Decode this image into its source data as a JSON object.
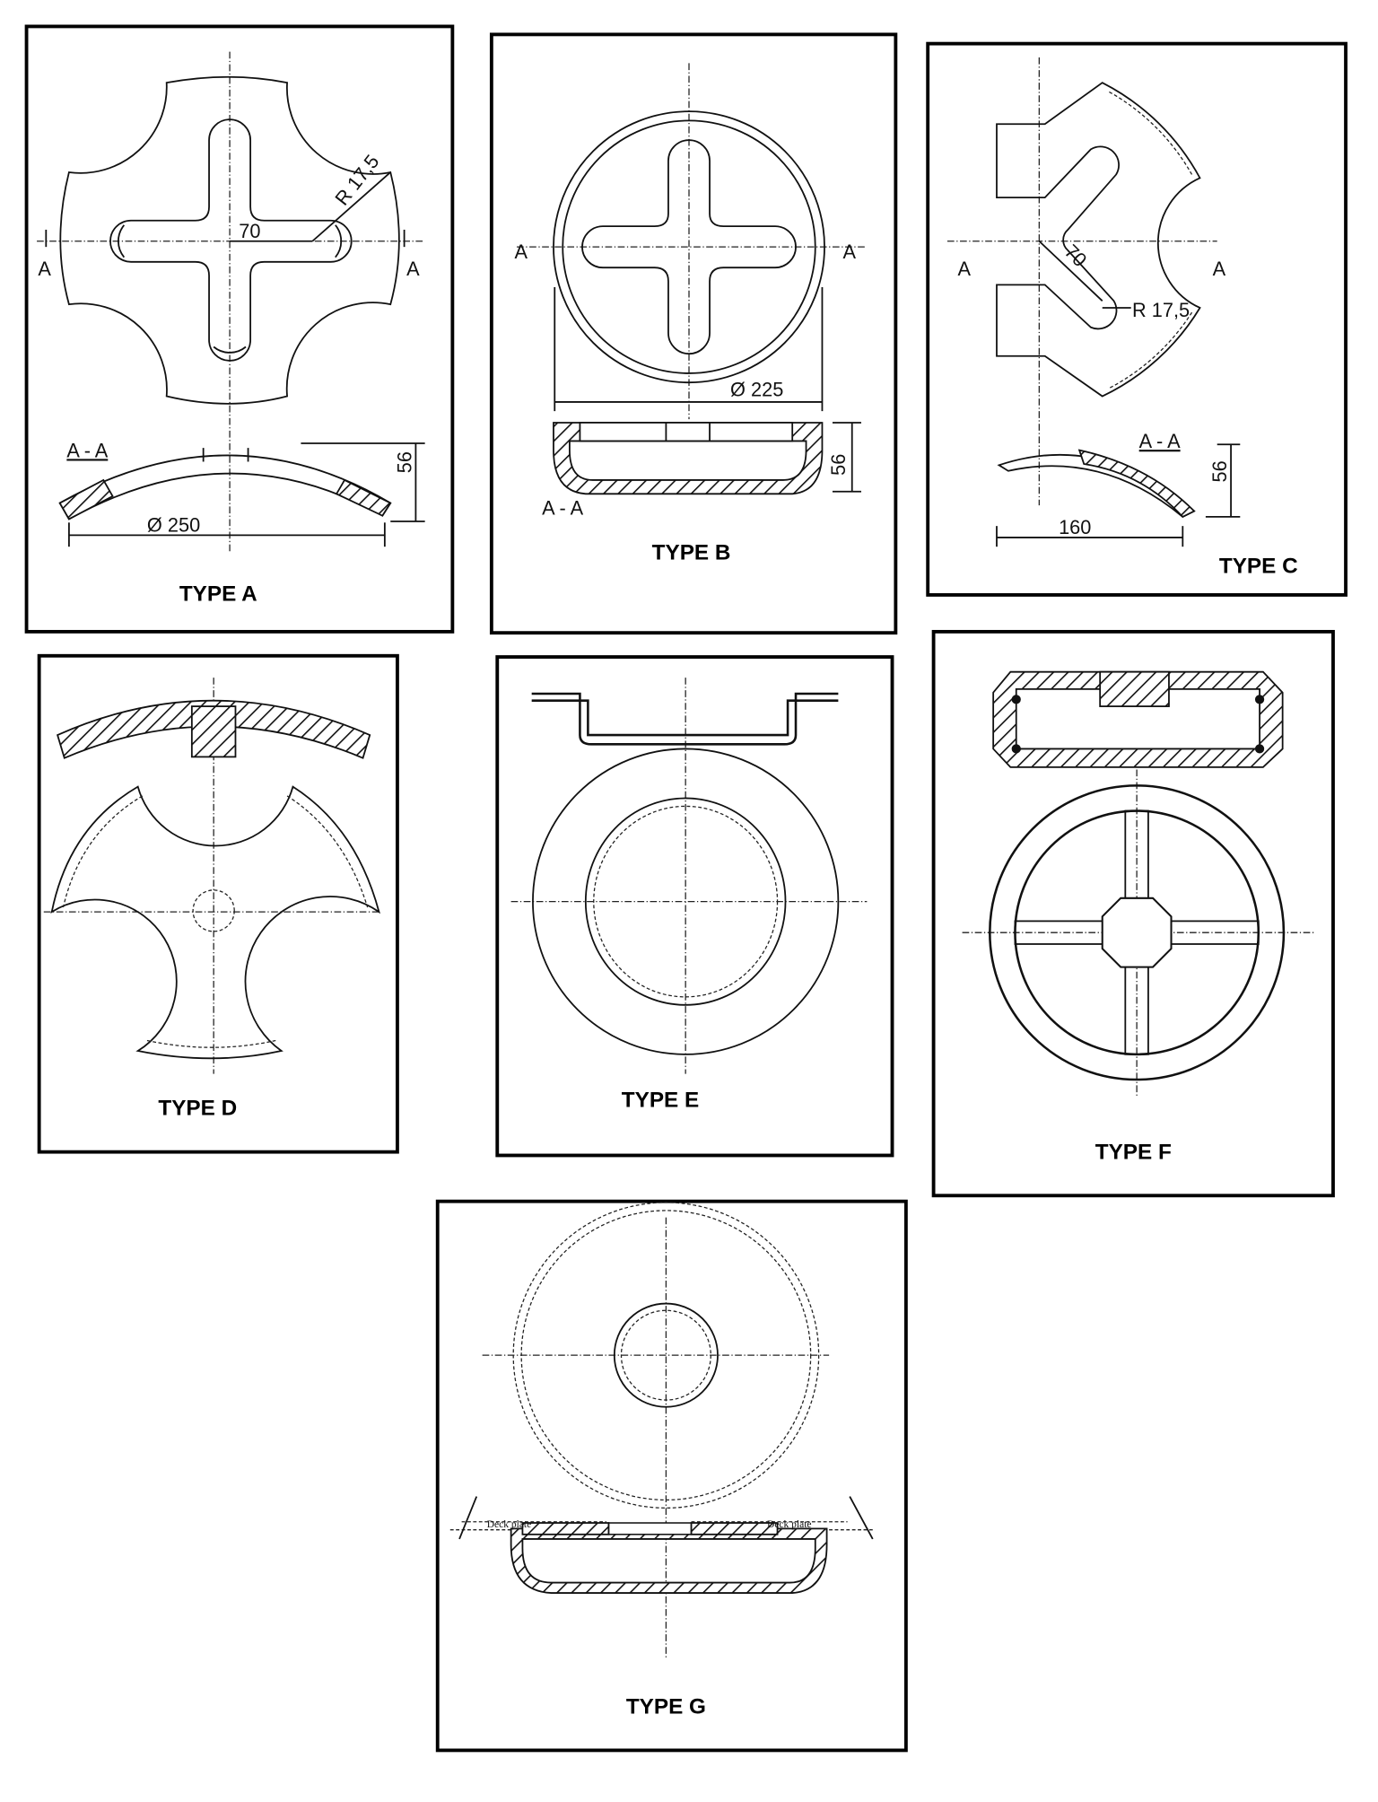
{
  "types": {
    "a": {
      "label": "TYPE A",
      "dim_radius": "R 17,5",
      "dim_offset": "70",
      "section_left": "A",
      "section_right": "A",
      "section_title": "A - A",
      "dim_height": "56",
      "dim_diameter": "Ø 250"
    },
    "b": {
      "label": "TYPE B",
      "section_left": "A",
      "section_right": "A",
      "dim_diameter": "Ø 225",
      "dim_height": "56",
      "section_title": "A - A"
    },
    "c": {
      "label": "TYPE C",
      "section_left": "A",
      "section_right": "A",
      "dim_offset": "70",
      "dim_radius": "R 17,5",
      "section_title": "A - A",
      "dim_height": "56",
      "dim_width": "160"
    },
    "d": {
      "label": "TYPE D"
    },
    "e": {
      "label": "TYPE E"
    },
    "f": {
      "label": "TYPE F"
    },
    "g": {
      "label": "TYPE G",
      "deck_left": "Deck plate",
      "deck_right": "Deck plate"
    }
  }
}
